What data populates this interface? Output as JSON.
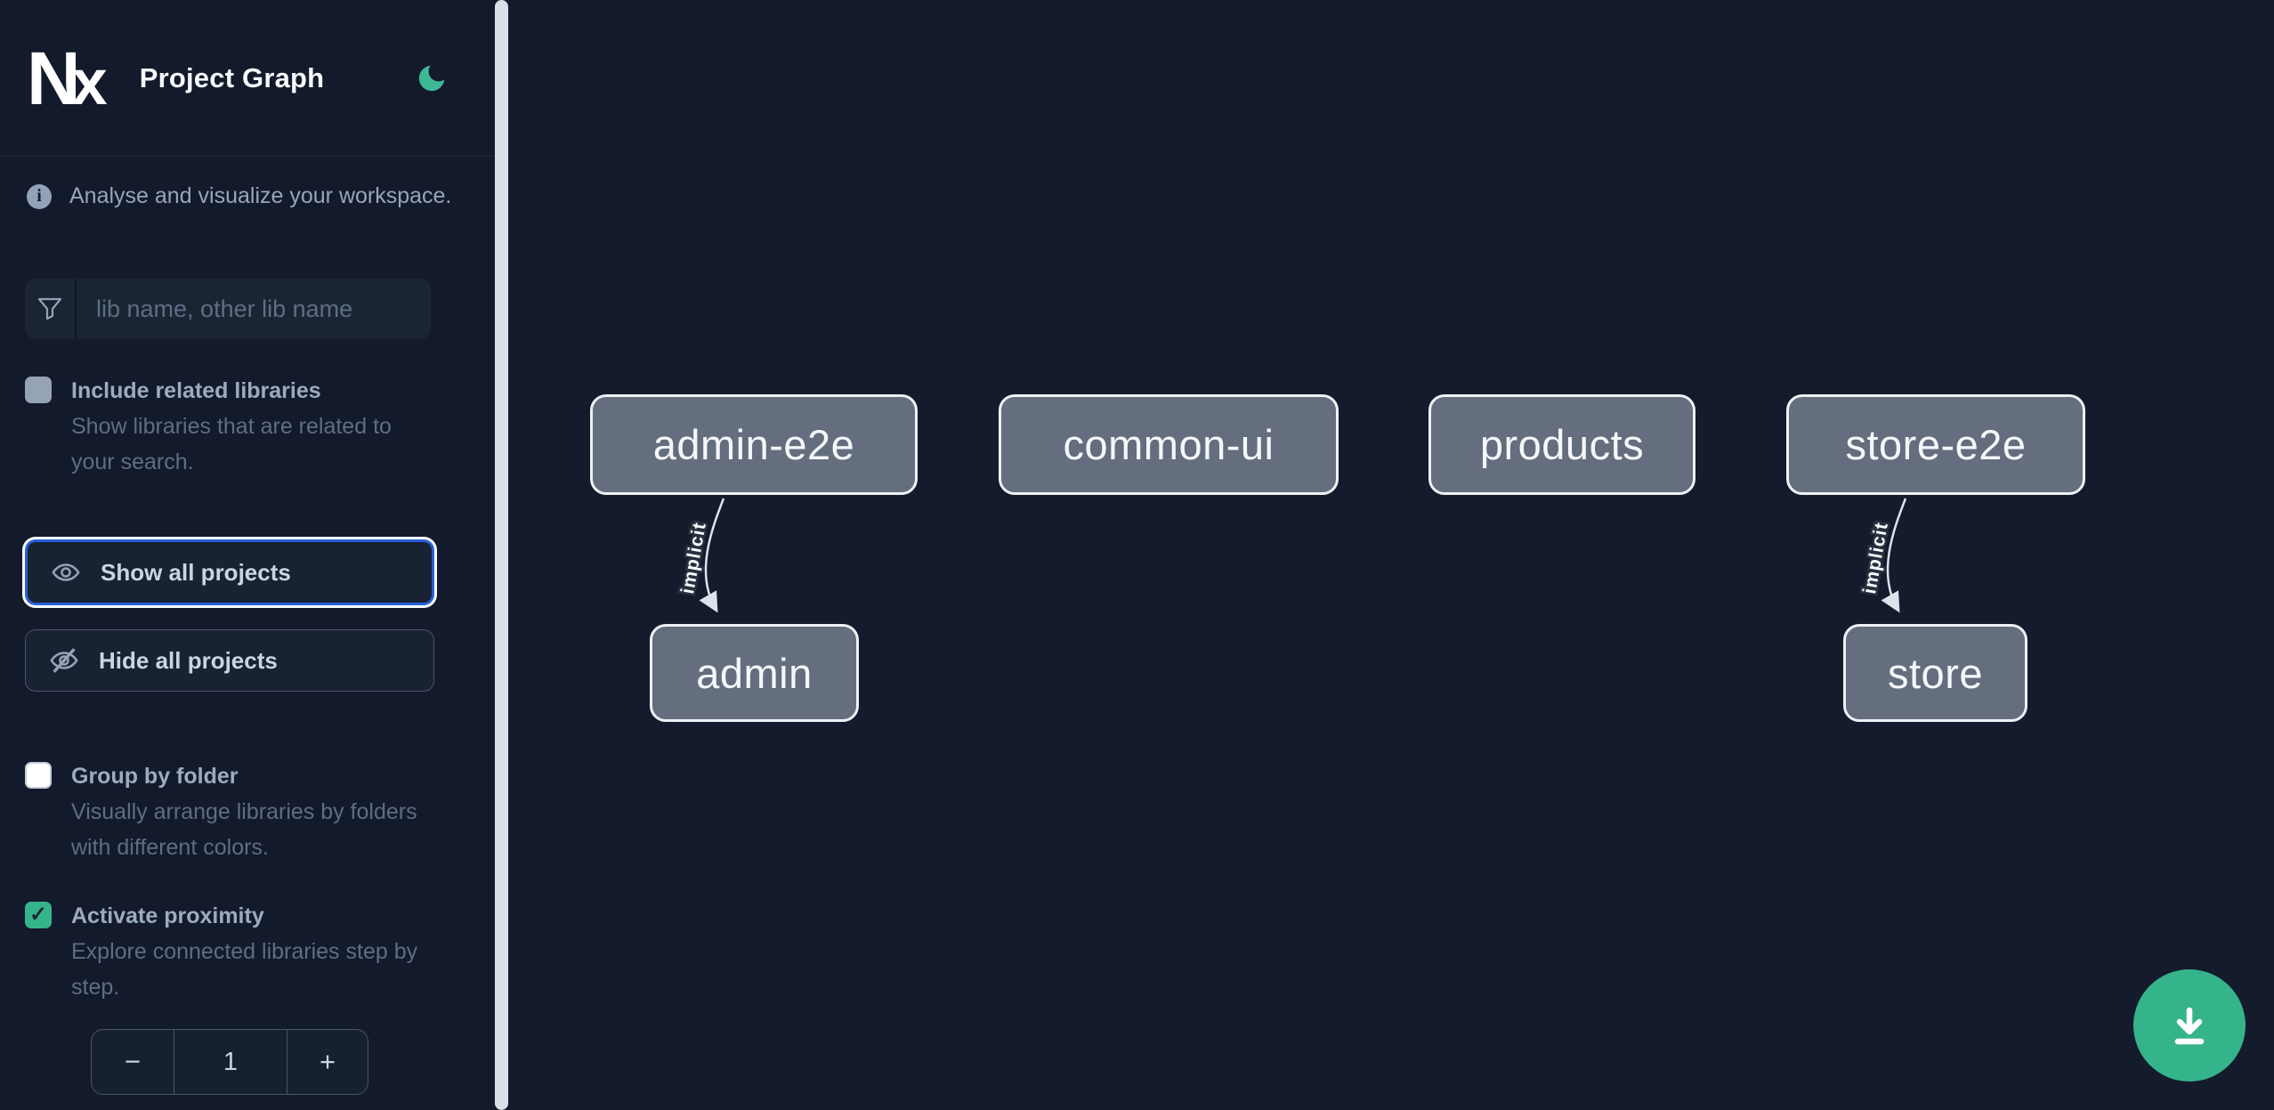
{
  "app": {
    "title": "Project Graph"
  },
  "icons": {
    "check": "✓",
    "info": "i"
  },
  "colors": {
    "background": "#131a2b",
    "accent_green": "#35b48b",
    "moon_green": "#3eb795",
    "focus_blue": "#2861d8",
    "node_fill": "#646e7e",
    "node_border": "#eef1f5",
    "scrollbar": "#d9dfe6"
  },
  "sidebar": {
    "tagline": "Analyse and visualize your workspace.",
    "filter_placeholder": "lib name, other lib name",
    "options": [
      {
        "label": "Include related libraries",
        "description": "Show libraries that are related to your search.",
        "checked": false
      },
      {
        "label": "Group by folder",
        "description": "Visually arrange libraries by folders with different colors.",
        "checked": false
      },
      {
        "label": "Activate proximity",
        "description": "Explore connected libraries step by step.",
        "checked": true
      }
    ],
    "buttons": {
      "show_all": "Show all projects",
      "hide_all": "Hide all projects"
    },
    "stepper": {
      "decrement": "−",
      "value": "1",
      "increment": "+"
    }
  },
  "graph": {
    "nodes": [
      {
        "id": "admin-e2e",
        "label": "admin-e2e"
      },
      {
        "id": "common-ui",
        "label": "common-ui"
      },
      {
        "id": "products",
        "label": "products"
      },
      {
        "id": "store-e2e",
        "label": "store-e2e"
      },
      {
        "id": "admin",
        "label": "admin"
      },
      {
        "id": "store",
        "label": "store"
      }
    ],
    "edges": [
      {
        "source": "admin-e2e",
        "target": "admin",
        "label": "implicit"
      },
      {
        "source": "store-e2e",
        "target": "store",
        "label": "implicit"
      }
    ]
  }
}
